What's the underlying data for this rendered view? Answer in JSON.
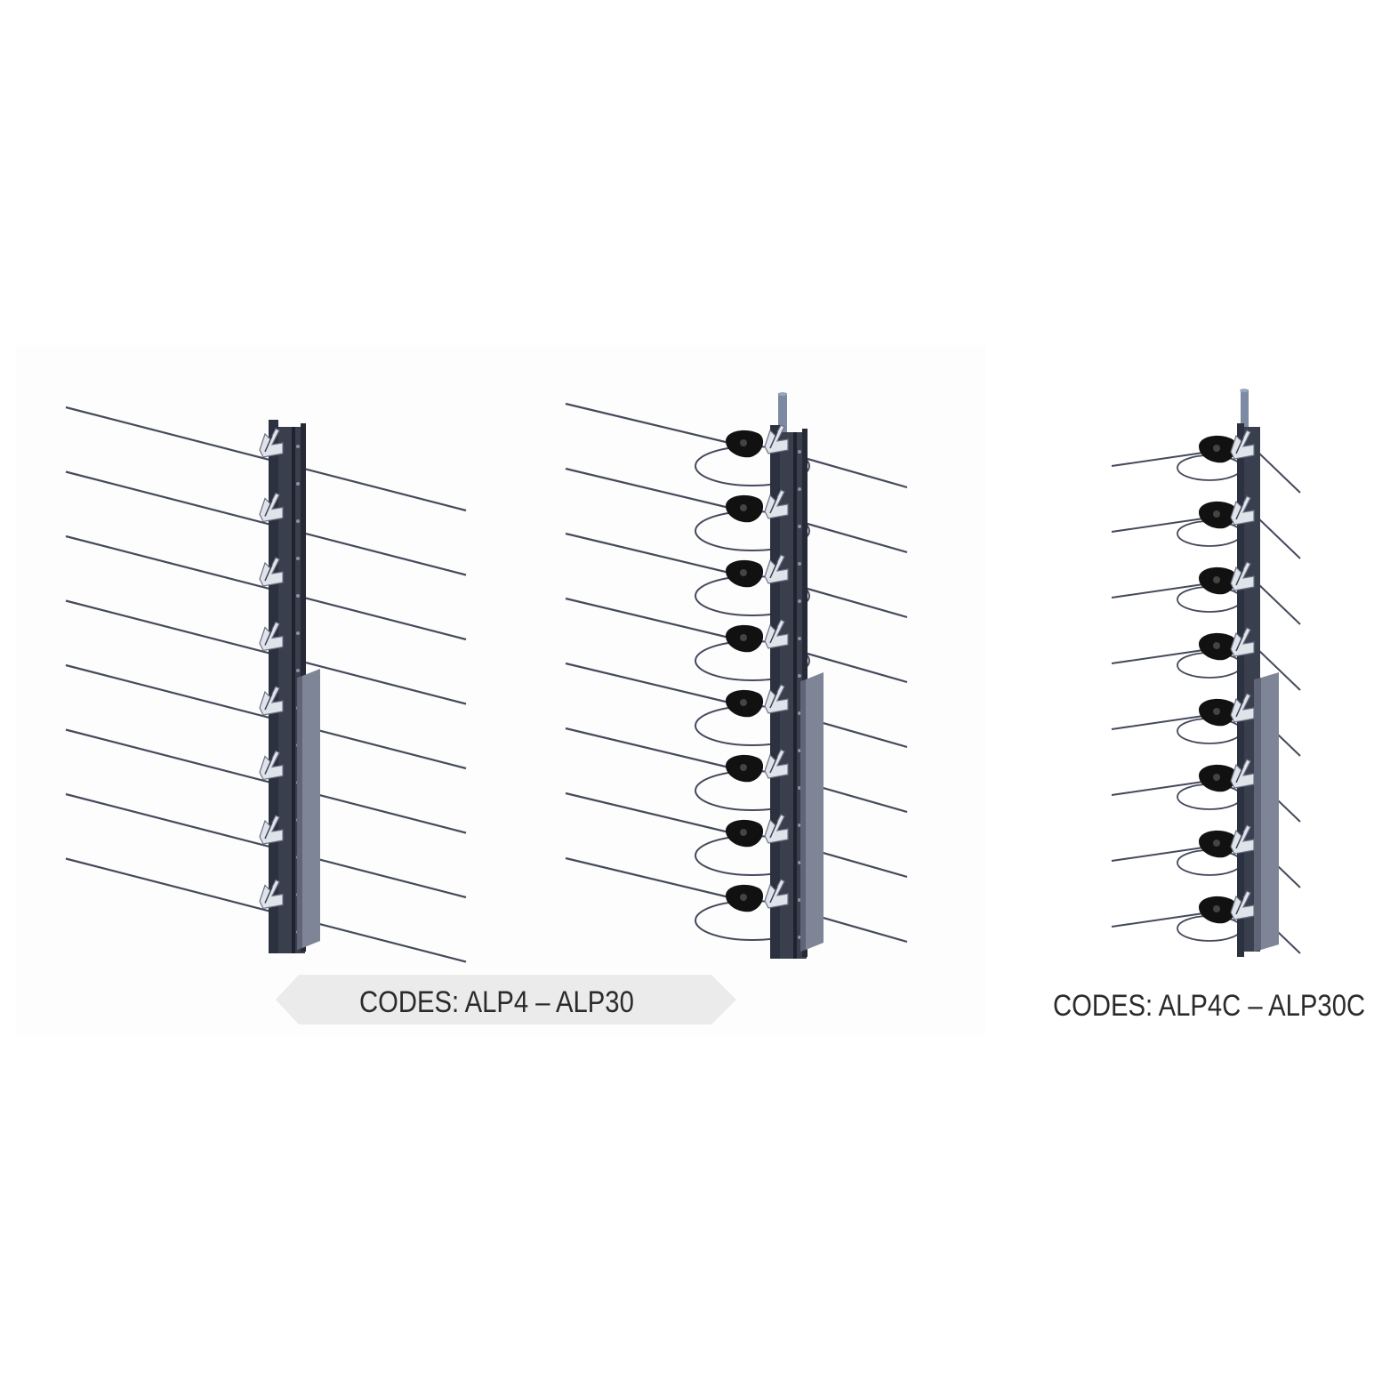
{
  "products": [
    {
      "variant": "without tensioners",
      "wire_count": 8,
      "insulator_count": 8
    },
    {
      "variant": "with tensioners",
      "wire_count": 8,
      "insulator_count": 8,
      "tensioner_count": 8
    },
    {
      "variant": "corner with tensioners",
      "wire_count": 8,
      "insulator_count": 8,
      "tensioner_count": 8
    }
  ],
  "labels": {
    "left_codes": "CODES: ALP4 – ALP30",
    "right_codes": "CODES: ALP4C – ALP30C"
  },
  "colors": {
    "post": "#2c3140",
    "post_plate": "#7e8596",
    "wire": "#454a5c",
    "insulator": "#dfe3ea",
    "tensioner": "#111111",
    "label_tag": "#ebebeb",
    "label_text": "#2b2b2b"
  }
}
